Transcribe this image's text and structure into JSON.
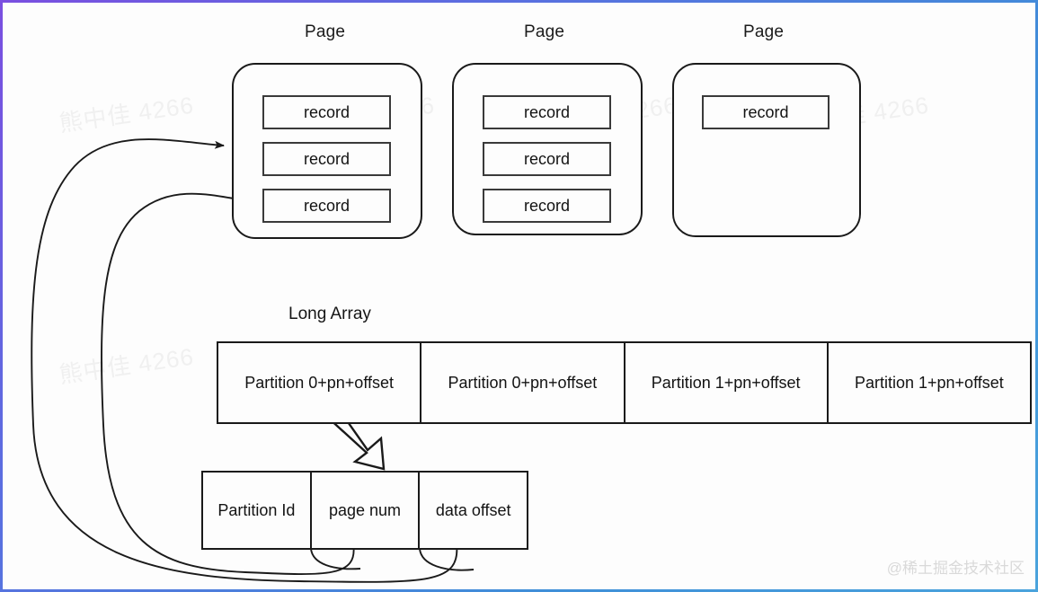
{
  "diagram": {
    "title": "Page / Long Array record addressing",
    "background_color": "#fdfdfd",
    "stroke_color": "#1a1a1a",
    "frame_gradient": [
      "#7a4fe0",
      "#5b6ee0",
      "#3f8fd8",
      "#4aa3dc"
    ]
  },
  "pages": [
    {
      "label": "Page",
      "records": [
        "record",
        "record",
        "record"
      ]
    },
    {
      "label": "Page",
      "records": [
        "record",
        "record",
        "record"
      ]
    },
    {
      "label": "Page",
      "records": [
        "record"
      ]
    }
  ],
  "long_array": {
    "label": "Long Array",
    "cells": [
      "Partition 0+pn+offset",
      "Partition 0+pn+offset",
      "Partition 1+pn+offset",
      "Partition 1+pn+offset"
    ]
  },
  "struct_row": {
    "cells": [
      "Partition Id",
      "page num",
      "data offset"
    ]
  },
  "connectors": {
    "decode_arrow": "hollow-down-right-arrow",
    "page_num_to_record_top": "curve-arrow",
    "data_offset_to_record_bottom": "curve-arrow"
  },
  "watermarks": {
    "corner": "@稀土掘金技术社区",
    "faint": [
      "熊中佳 4266",
      "熊中佳 4266",
      "熊中佳 4266",
      "熊中佳 4266",
      "熊中佳 4266",
      "熊中佳 4266"
    ]
  }
}
